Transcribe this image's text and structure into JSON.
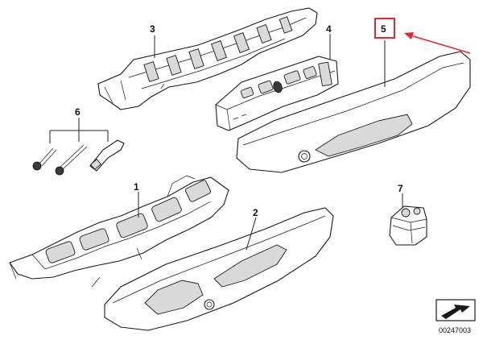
{
  "callouts": {
    "c1": "1",
    "c2": "2",
    "c3": "3",
    "c4": "4",
    "c5": "5",
    "c6": "6",
    "c7": "7"
  },
  "diagram_number": "00247003",
  "colors": {
    "highlight": "#e8262d",
    "line": "#1a1a1a",
    "background": "#ffffff"
  },
  "icons": {
    "direction_symbol": "arrow-box-icon"
  }
}
